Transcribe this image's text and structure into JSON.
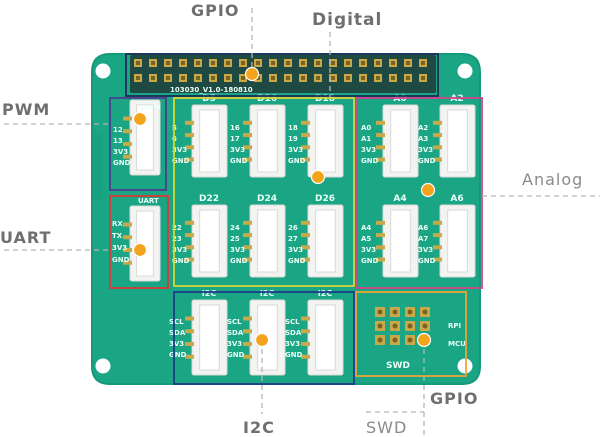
{
  "labels": {
    "gpio_top": "GPIO",
    "digital": "Digital",
    "pwm": "PWM",
    "uart": "UART",
    "analog": "Analog",
    "i2c": "I2C",
    "gpio_bottom": "GPIO",
    "swd": "SWD"
  },
  "board_text": {
    "part_number": "103030_V1.0-180810",
    "pwm_title": "PWM",
    "pwm_pins": [
      "12",
      "13",
      "3V3",
      "GND"
    ],
    "uart_title": "UART",
    "uart_pins": [
      "RX",
      "TX",
      "3V3",
      "GND"
    ],
    "digital_headers": [
      "D5",
      "D16",
      "D18",
      "D22",
      "D24",
      "D26"
    ],
    "digital_pins": [
      [
        "5",
        "6",
        "3V3",
        "GND"
      ],
      [
        "16",
        "17",
        "3V3",
        "GND"
      ],
      [
        "18",
        "19",
        "3V3",
        "GND"
      ],
      [
        "22",
        "23",
        "3V3",
        "GND"
      ],
      [
        "24",
        "25",
        "3V3",
        "GND"
      ],
      [
        "26",
        "27",
        "3V3",
        "GND"
      ]
    ],
    "analog_headers": [
      "A0",
      "A2",
      "A4",
      "A6"
    ],
    "analog_pins": [
      [
        "A0",
        "A1",
        "3V3",
        "GND"
      ],
      [
        "A2",
        "A3",
        "3V3",
        "GND"
      ],
      [
        "A4",
        "A5",
        "3V3",
        "GND"
      ],
      [
        "A6",
        "A7",
        "3V3",
        "GND"
      ]
    ],
    "i2c_headers": [
      "I2C",
      "I2C",
      "I2C"
    ],
    "i2c_pins": [
      "SCL",
      "SDA",
      "3V3",
      "GND"
    ],
    "swd_title": "SWD",
    "swd_side": [
      "RPI",
      "MCU"
    ]
  },
  "colors": {
    "board": "#1aa584",
    "board_edge": "#149a7a",
    "connector": "#f3f3f1",
    "connector_shade": "#d9d9d6",
    "gold_pad": "#c9a84a",
    "marker": "#f3a41c",
    "frame_gpio": "#1d2b59",
    "frame_pwm": "#4a3f8e",
    "frame_uart": "#d93a32",
    "frame_digital": "#d6d632",
    "frame_analog": "#d4428c",
    "frame_i2c": "#1d3c8a",
    "frame_swd": "#eea436",
    "leader": "#b5b5b5",
    "label": "#6f6f6f"
  }
}
